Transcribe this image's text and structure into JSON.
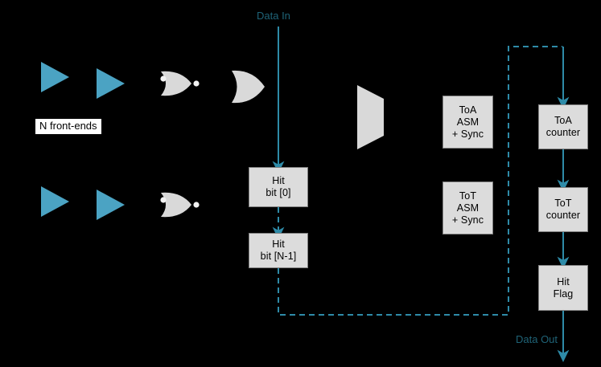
{
  "diagram": {
    "title": "Pixel front-end / hit processing block diagram",
    "background_color": "#000000",
    "accent_color": "#2E8BA8",
    "label_color": "#1F6377",
    "block_fill": "#DCDCDC",
    "block_stroke": "#808080",
    "amp_color": "#4BA3C3",
    "gate_fill": "#D9D9D9"
  },
  "labels": {
    "data_in": "Data In",
    "data_out": "Data Out",
    "front_ends": "N front-ends"
  },
  "blocks": [
    {
      "id": "hit-bit-0",
      "text": "Hit\nbit [0]"
    },
    {
      "id": "hit-bit-n1",
      "text": "Hit\nbit [N-1]"
    },
    {
      "id": "toa-asm",
      "text": "ToA\nASM\n+ Sync"
    },
    {
      "id": "tot-asm",
      "text": "ToT\nASM\n+ Sync"
    },
    {
      "id": "toa-counter",
      "text": "ToA\ncounter"
    },
    {
      "id": "tot-counter",
      "text": "ToT\ncounter"
    },
    {
      "id": "hit-flag",
      "text": "Hit\nFlag"
    }
  ],
  "shapes": {
    "amplifier_count": 4,
    "or_gate_count": 3,
    "mux_count": 1
  }
}
